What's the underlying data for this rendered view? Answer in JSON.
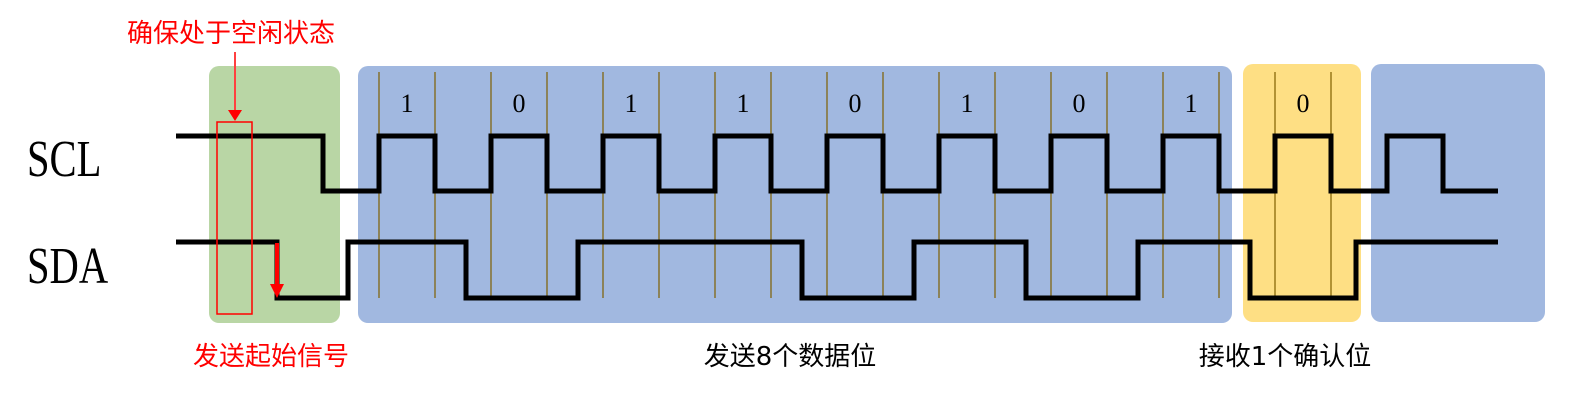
{
  "signals": {
    "scl": "SCL",
    "sda": "SDA"
  },
  "data_bits": [
    "1",
    "0",
    "1",
    "1",
    "0",
    "1",
    "0",
    "1"
  ],
  "ack_bit": "0",
  "annotations": {
    "idle": "确保处于空闲状态",
    "start": "发送起始信号",
    "data": "发送8个数据位",
    "ack": "接收1个确认位"
  },
  "colors": {
    "start_phase": "#b9d6a5",
    "data_phase": "#a1b8e0",
    "ack_phase": "#fedf84",
    "after_phase": "#a1b8e0",
    "annotation_red": "#ff0000",
    "bit_guide": "#7f6000",
    "waveform": "#000000"
  }
}
